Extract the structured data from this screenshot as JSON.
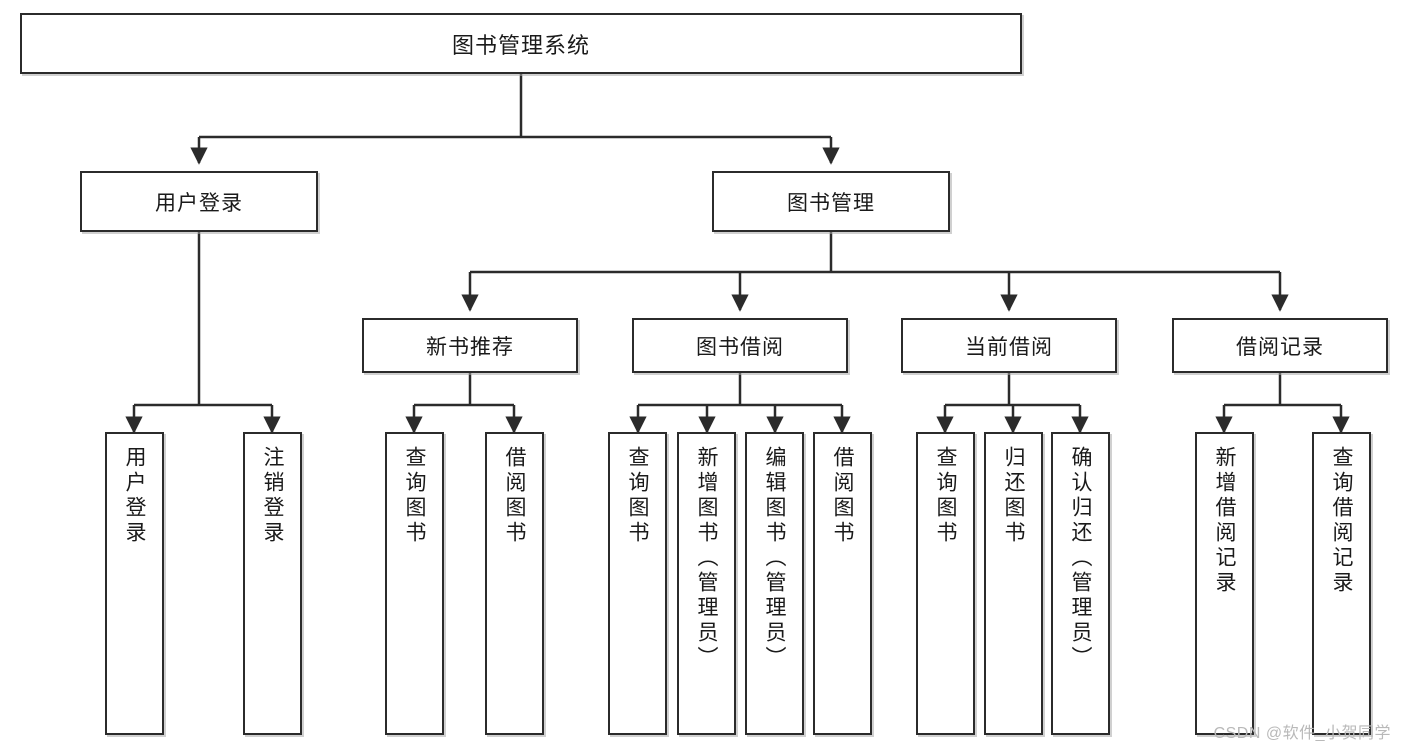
{
  "diagram": {
    "type": "tree",
    "title": "图书管理系统",
    "watermark": "CSDN @软件_小贺同学",
    "levels": {
      "root": {
        "label": "图书管理系统"
      },
      "level2": [
        {
          "label": "用户登录"
        },
        {
          "label": "图书管理"
        }
      ],
      "level3": [
        {
          "label": "新书推荐"
        },
        {
          "label": "图书借阅"
        },
        {
          "label": "当前借阅"
        },
        {
          "label": "借阅记录"
        }
      ],
      "leaves": [
        {
          "label": "用户登录"
        },
        {
          "label": "注销登录"
        },
        {
          "label": "查询图书"
        },
        {
          "label": "借阅图书"
        },
        {
          "label": "查询图书"
        },
        {
          "label": "新增图书（管理员）"
        },
        {
          "label": "编辑图书（管理员）"
        },
        {
          "label": "借阅图书"
        },
        {
          "label": "查询图书"
        },
        {
          "label": "归还图书"
        },
        {
          "label": "确认归还（管理员）"
        },
        {
          "label": "新增借阅记录"
        },
        {
          "label": "查询借阅记录"
        }
      ]
    },
    "colors": {
      "stroke": "#2b2b2b",
      "fill": "#ffffff",
      "text": "#1a1a1a",
      "watermark": "#b9b9b9"
    }
  }
}
